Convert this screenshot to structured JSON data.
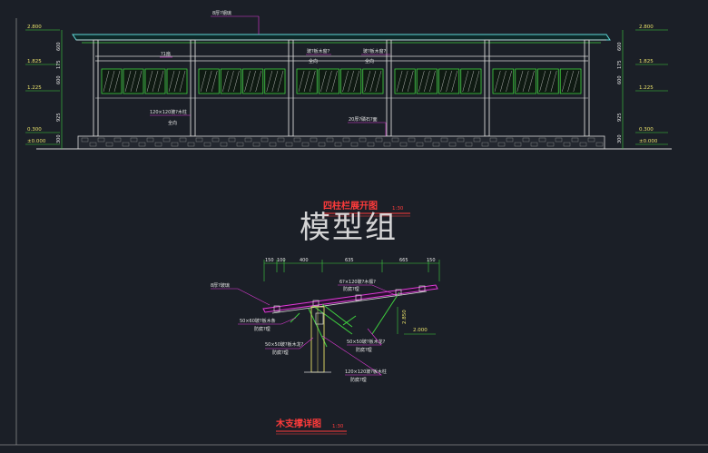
{
  "levels_left": [
    "2.800",
    "1.825",
    "1.225",
    "0.300",
    "±0.000"
  ],
  "levels_right": [
    "2.800",
    "1.825",
    "1.225",
    "0.300",
    "±0.000"
  ],
  "seg_dims": [
    "300",
    "925",
    "600",
    "175",
    "600"
  ],
  "elev_notes": {
    "roof_glass": "8厚?钢璃",
    "n1": "?1扇",
    "n2": "玻?板木窗?",
    "n2b": "全向",
    "n3": "玻?板木窗?",
    "n3b": "全向",
    "n4": "120×120玻?木柱",
    "n4b": "全向",
    "n5": "20厚?磷石?面"
  },
  "elev_title": "四柱栏展开图",
  "elev_scale": "1:30",
  "watermark": "模型组",
  "detail_top_dims": [
    "150",
    "100",
    "400",
    "635",
    "665",
    "150"
  ],
  "detail_notes": {
    "glass": "8厚?玻璃",
    "beam": "6?×120玻?木檩?",
    "beam_b": "防腐?理",
    "brace1": "50×60玻?板木条",
    "brace1_b": "防腐?理",
    "brace2": "50×50玻?板木龙?",
    "brace2_b": "防腐?理",
    "brace3": "50×50玻?板木龙?",
    "brace3_b": "防腐?理",
    "post": "120×120玻?板木柱",
    "post_b": "防腐?理"
  },
  "detail_levels": [
    "2.000",
    "2.850"
  ],
  "detail_title": "木支撑详图",
  "detail_scale": "1:30",
  "colors": {
    "bg": "#1b1f27",
    "line": "#d8d8d8",
    "green": "#3fd13f",
    "magenta": "#e23ad9",
    "yellow": "#e8e06a",
    "red": "#ff3b3b",
    "cyan": "#5fd7d7"
  }
}
